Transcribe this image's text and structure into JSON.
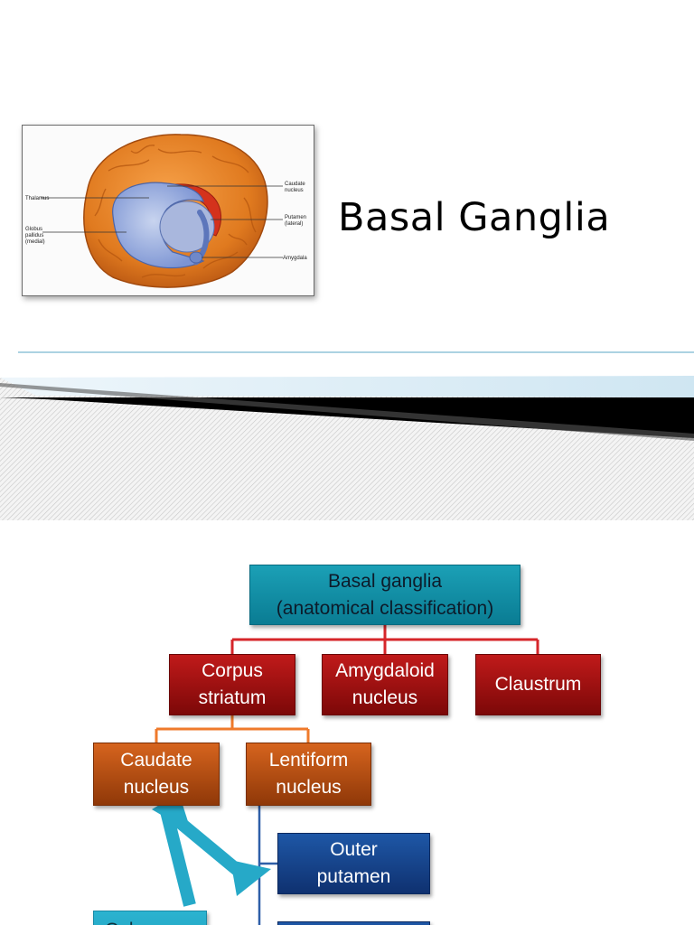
{
  "slide": {
    "title": "Basal Ganglia",
    "figure_labels": {
      "thalamus": "Thalamus",
      "globus_line1": "Globus",
      "globus_line2": "pallidus",
      "globus_line3": "(medial)",
      "caudate_line1": "Caudate",
      "caudate_line2": "nucleus",
      "putamen_line1": "Putamen",
      "putamen_line2": "(lateral)",
      "amygdala": "Amygdala"
    }
  },
  "diagram": {
    "root": "Basal ganglia\n(anatomical classification)",
    "corpus_striatum": "Corpus\nstriatum",
    "amygdaloid": "Amygdaloid\nnucleus",
    "claustrum": "Claustrum",
    "caudate": "Caudate\nnucleus",
    "lentiform": "Lentiform\nnucleus",
    "outer_putamen": "Outer\nputamen",
    "partial_box_text": "Cal"
  },
  "colors": {
    "root": "#1191a8",
    "level1": "#a10f0f",
    "level2": "#b44c12",
    "level3": "#17428a",
    "arrow": "#26a9c8"
  }
}
